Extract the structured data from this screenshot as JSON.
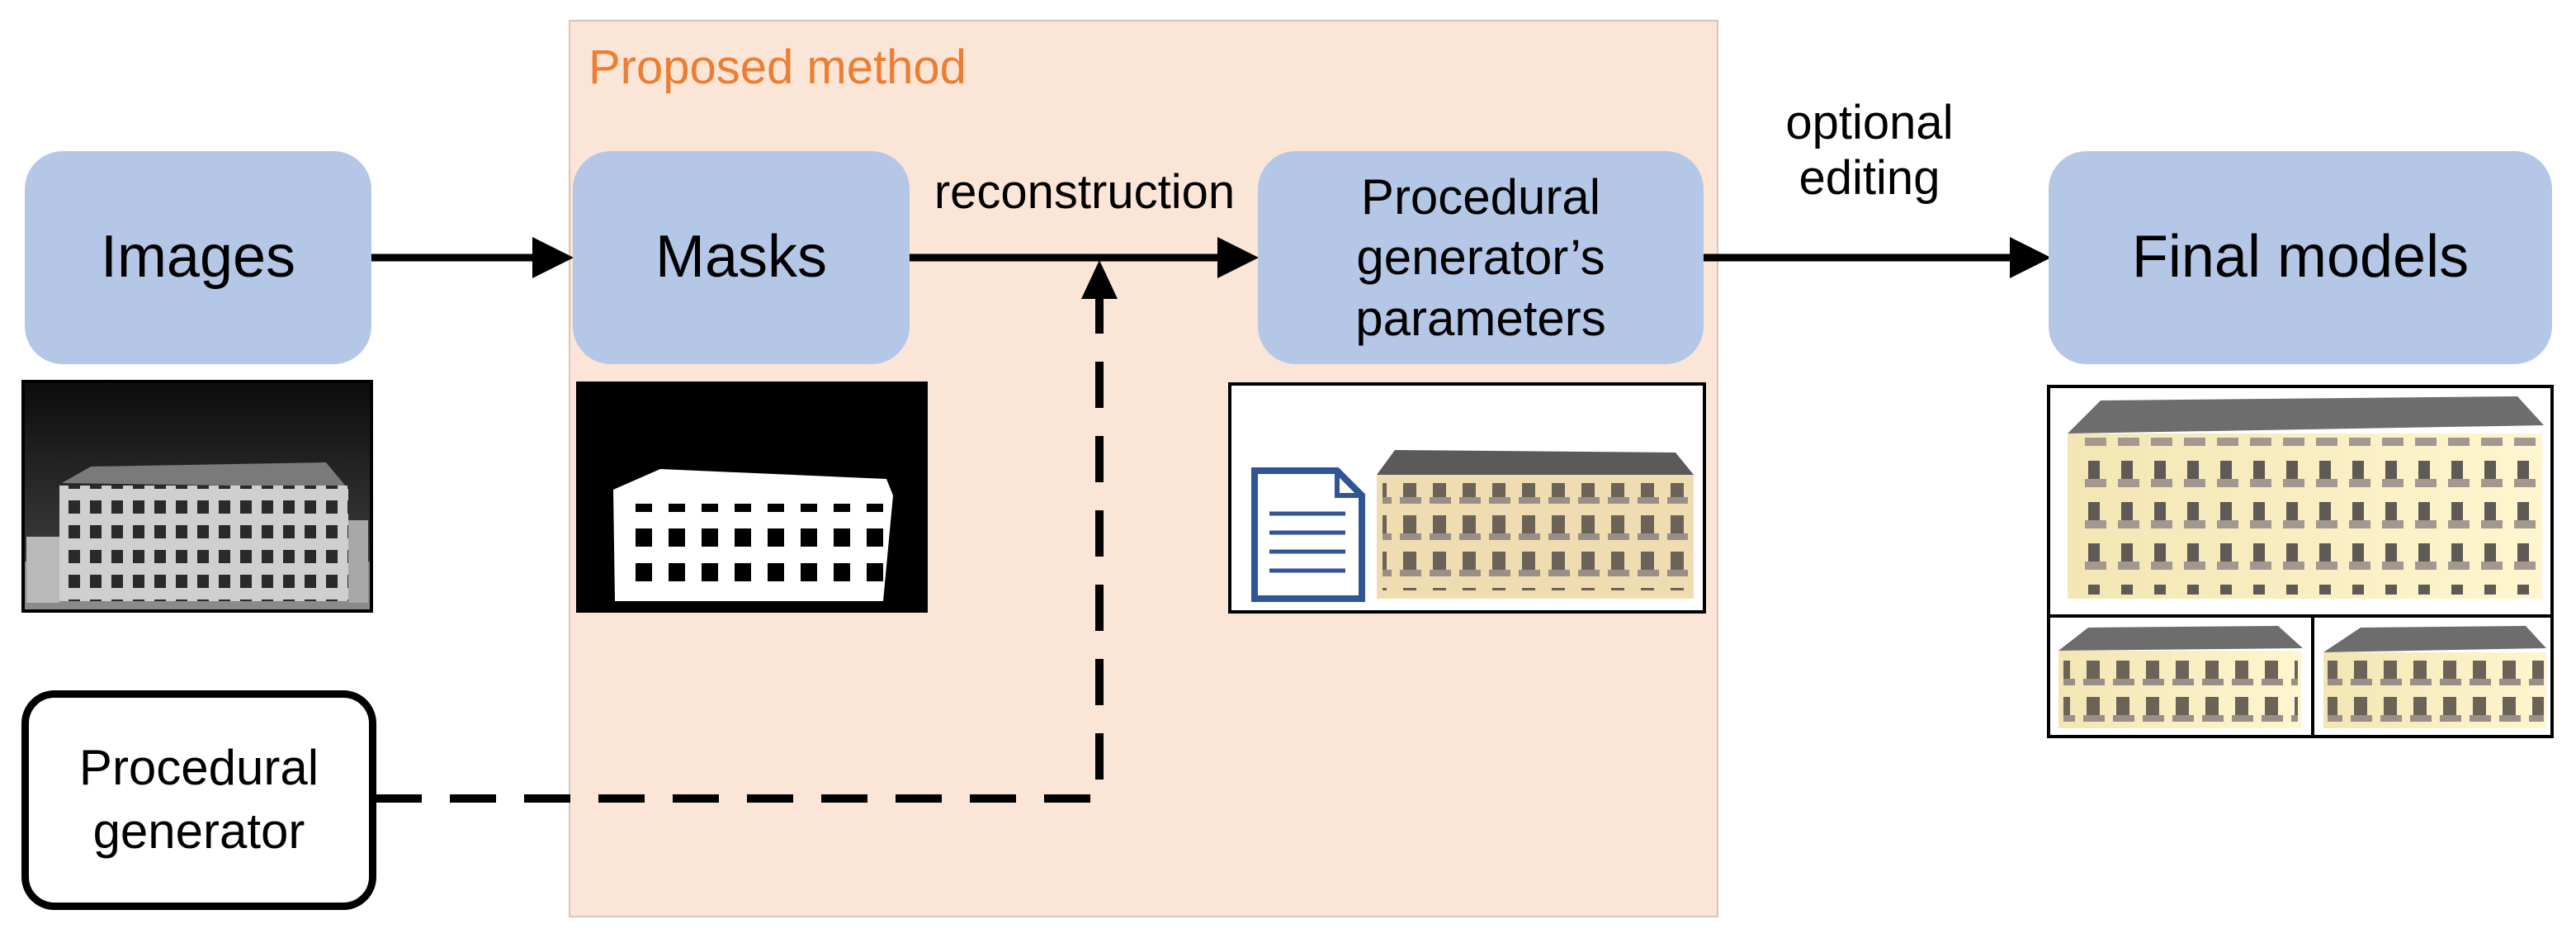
{
  "diagram": {
    "region_label": "Proposed method",
    "nodes": {
      "images": "Images",
      "masks": "Masks",
      "parameters": "Procedural\ngenerator’s\nparameters",
      "final_models": "Final models",
      "procedural_generator": "Procedural\ngenerator"
    },
    "edge_labels": {
      "reconstruction": "reconstruction",
      "optional_editing": "optional\nediting"
    },
    "colors": {
      "node_fill": "#b4c7e7",
      "region_fill": "#fbe5d6",
      "region_label": "#ed7d31",
      "arrow": "#000000",
      "document_icon": "#2f5597"
    }
  }
}
